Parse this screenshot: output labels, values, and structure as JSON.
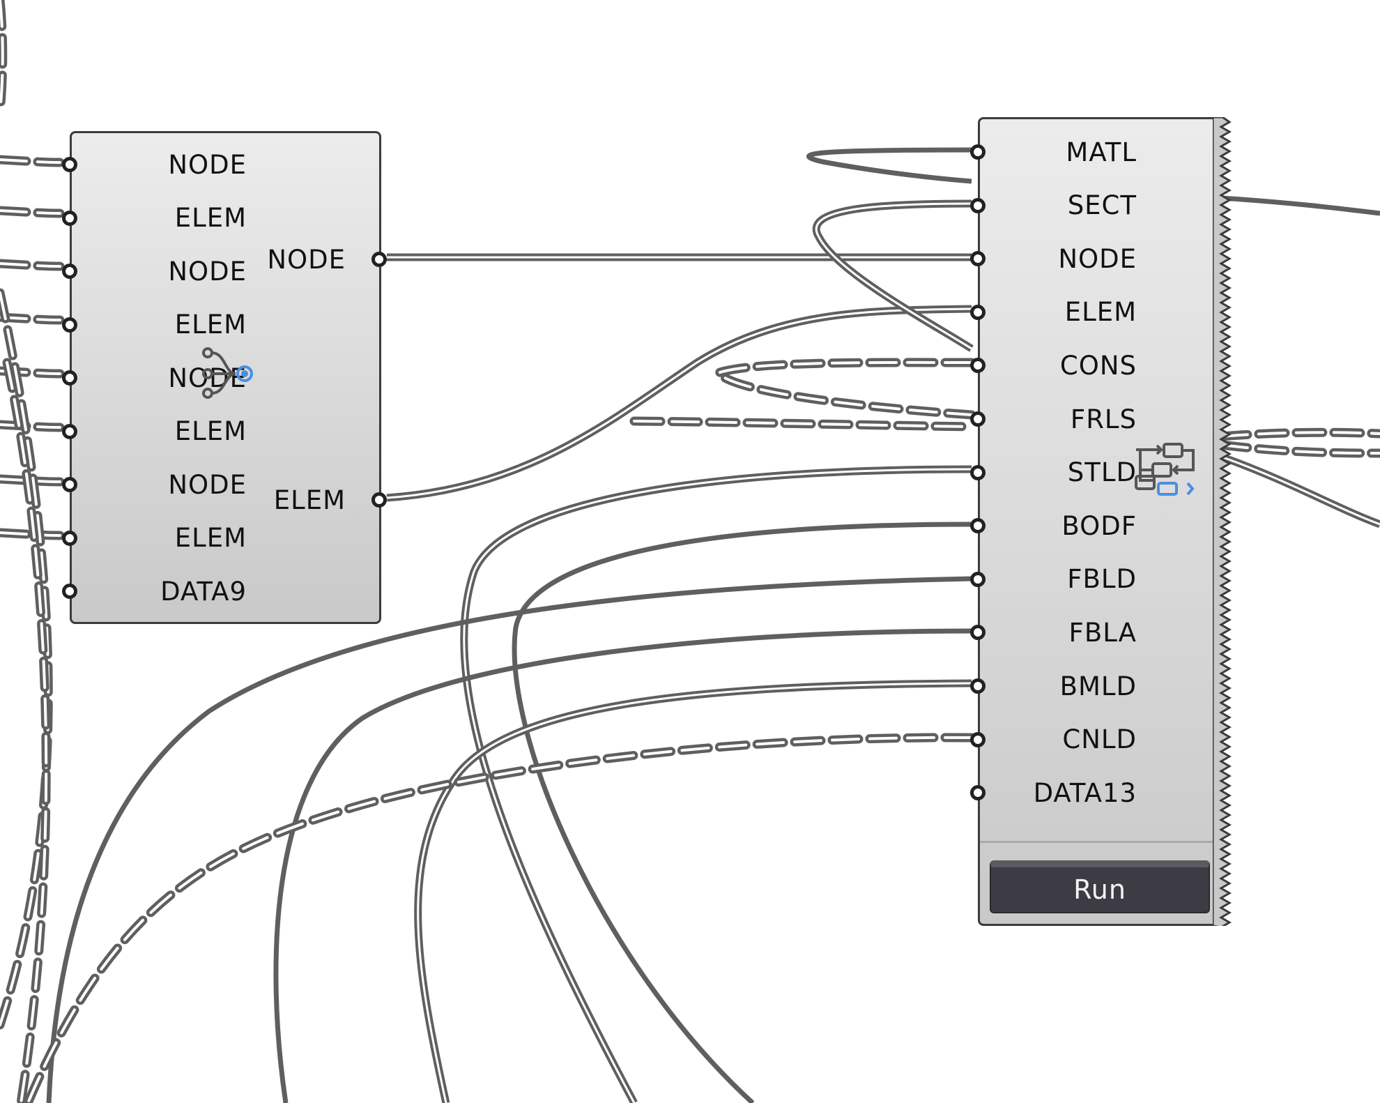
{
  "canvas": {
    "background": "#ffffff",
    "wire_color": "#5f5f5f"
  },
  "merge_component": {
    "inputs": [
      {
        "label": "NODE"
      },
      {
        "label": "ELEM"
      },
      {
        "label": "NODE"
      },
      {
        "label": "ELEM"
      },
      {
        "label": "NODE"
      },
      {
        "label": "ELEM"
      },
      {
        "label": "NODE"
      },
      {
        "label": "ELEM"
      },
      {
        "label": "DATA9"
      }
    ],
    "outputs": [
      {
        "label": "NODE"
      },
      {
        "label": "ELEM"
      }
    ],
    "icon": "merge-icon"
  },
  "main_component": {
    "inputs": [
      {
        "label": "MATL"
      },
      {
        "label": "SECT"
      },
      {
        "label": "NODE"
      },
      {
        "label": "ELEM"
      },
      {
        "label": "CONS"
      },
      {
        "label": "FRLS"
      },
      {
        "label": "STLD"
      },
      {
        "label": "BODF"
      },
      {
        "label": "FBLD"
      },
      {
        "label": "FBLA"
      },
      {
        "label": "BMLD"
      },
      {
        "label": "CNLD"
      },
      {
        "label": "DATA13"
      }
    ],
    "run_label": "Run",
    "icon": "flow-icon",
    "accent": "#4a8fe0"
  }
}
